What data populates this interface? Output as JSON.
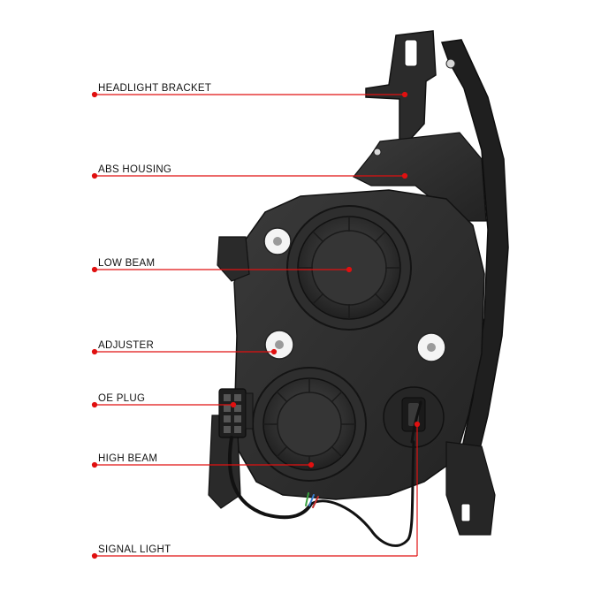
{
  "colors": {
    "background": "#ffffff",
    "callout_red": "#e01010",
    "housing_dark": "#2a2a2a",
    "housing_mid": "#3d3d3d",
    "housing_light": "#5a5a5a",
    "label_text": "#111111"
  },
  "callouts": [
    {
      "id": "headlight-bracket",
      "label": "HEADLIGHT BRACKET"
    },
    {
      "id": "abs-housing",
      "label": "ABS HOUSING"
    },
    {
      "id": "low-beam",
      "label": "LOW BEAM"
    },
    {
      "id": "adjuster",
      "label": "ADJUSTER"
    },
    {
      "id": "oe-plug",
      "label": "OE PLUG"
    },
    {
      "id": "high-beam",
      "label": "HIGH BEAM"
    },
    {
      "id": "signal-light",
      "label": "SIGNAL LIGHT"
    }
  ]
}
